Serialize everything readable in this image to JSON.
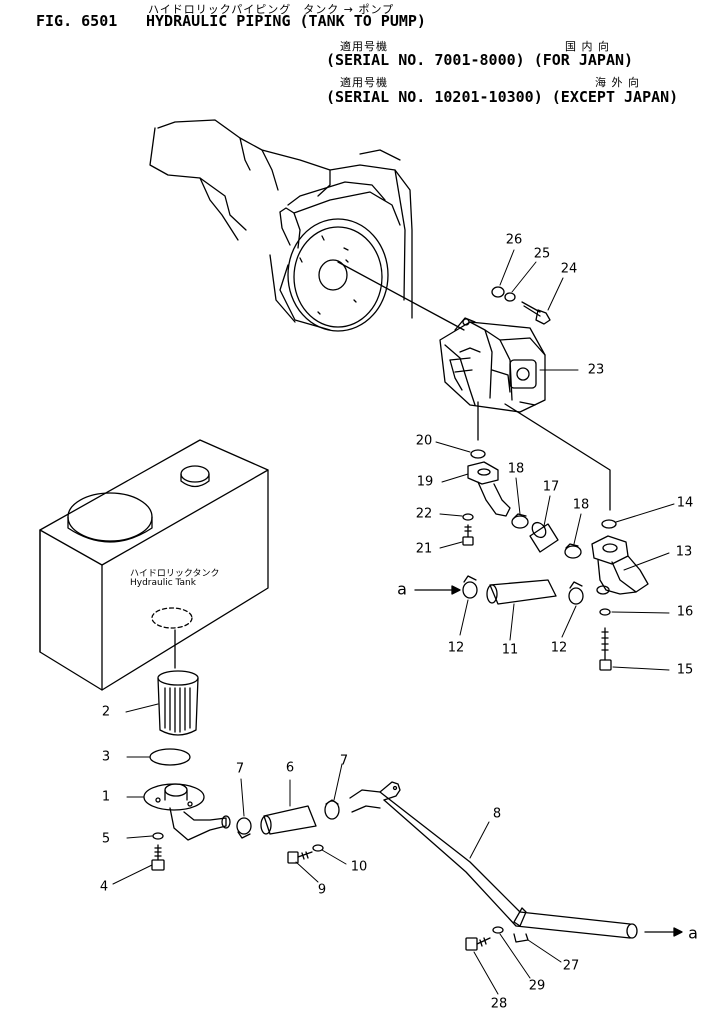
{
  "header": {
    "fig_no": "FIG. 6501",
    "title_kana": "ハイドロリックパイピング　タンク → ポンプ",
    "title": "HYDRAULIC PIPING (TANK TO PUMP)",
    "serial_1_kana_left": "適用号機",
    "serial_1_kana_right": "国 内 向",
    "serial_1": "(SERIAL NO. 7001-8000) (FOR JAPAN)",
    "serial_2_kana_left": "適用号機",
    "serial_2_kana_right": "海 外 向",
    "serial_2": "(SERIAL NO. 10201-10300) (EXCEPT JAPAN)"
  },
  "tank": {
    "label_kana": "ハイドロリックタンク",
    "label": "Hydraulic Tank"
  },
  "flow_markers": {
    "in": "a",
    "out": "a"
  },
  "parts": [
    "1",
    "2",
    "3",
    "4",
    "5",
    "6",
    "7",
    "7",
    "8",
    "9",
    "10",
    "11",
    "12",
    "12",
    "13",
    "14",
    "15",
    "16",
    "17",
    "18",
    "18",
    "19",
    "20",
    "21",
    "22",
    "23",
    "24",
    "25",
    "26",
    "27",
    "28",
    "29"
  ]
}
